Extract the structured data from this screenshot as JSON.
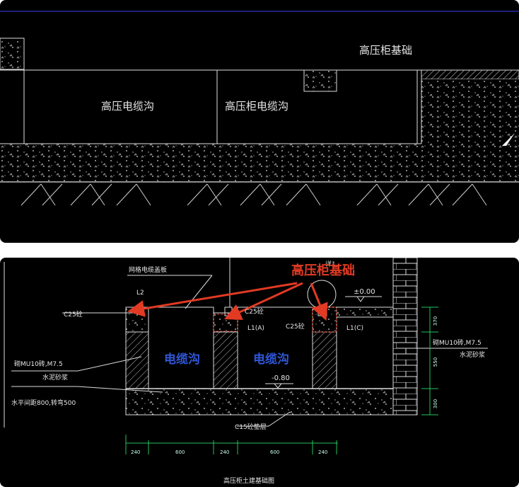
{
  "top_view": {
    "label_hv_foundation": "高压柜基础",
    "label_cable_trench": "高压电缆沟",
    "label_cabinet_trench": "高压柜电缆沟"
  },
  "section_view": {
    "label_checker_plate": "网格电缆盖板",
    "label_L2": "L2",
    "label_detail1": "详1",
    "label_pm000": "±0.00",
    "label_c25_left": "C25砼",
    "label_c25_mid1": "C25砼",
    "label_c25_mid2": "C25砼",
    "label_L1A": "L1(A)",
    "label_L1C": "L1(C)",
    "label_brick_left_1": "砌MU10砖,M7.5",
    "label_brick_left_2": "水泥砂浆",
    "label_brick_right_1": "砌MU10砖,M7.5",
    "label_brick_right_2": "水泥砂浆",
    "label_rebar": "水平间距800,转弯500",
    "label_minus080": "-0.80",
    "label_c15": "C15砼垫层",
    "dim_top": [
      "240",
      "600",
      "240",
      "600",
      "240"
    ],
    "dim_right": [
      "370",
      "550",
      "300"
    ],
    "caption": "高压柜土建基础图",
    "annot_red": "高压柜基础",
    "annot_blue_1": "电缆沟",
    "annot_blue_2": "电缆沟"
  },
  "colors": {
    "annotation_red": "#e23a23",
    "annotation_blue": "#2f56d8",
    "dimension_green": "#22c55e",
    "leader_red": "#e23a23"
  }
}
